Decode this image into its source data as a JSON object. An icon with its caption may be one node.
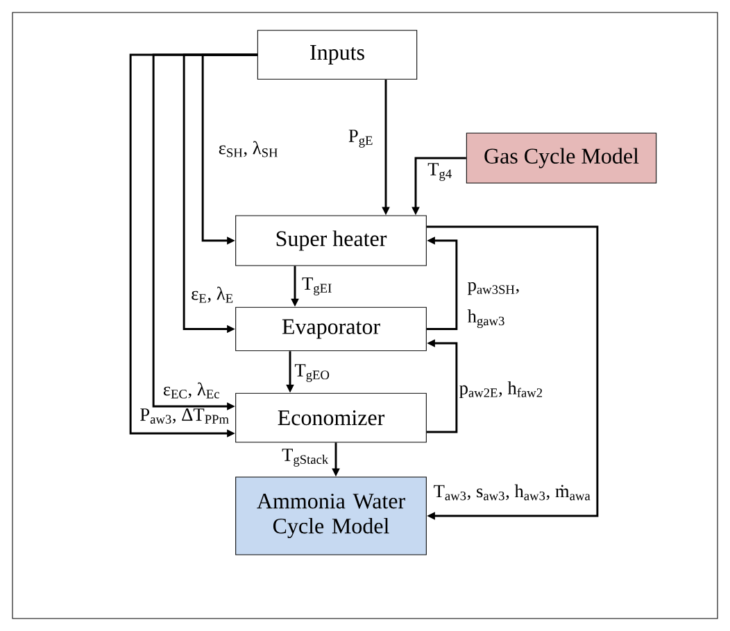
{
  "diagram": {
    "nodes": [
      {
        "text": [
          "Inputs"
        ]
      },
      {
        "text": [
          "Gas Cycle Model"
        ]
      },
      {
        "text": [
          "Super heater"
        ]
      },
      {
        "text": [
          "Evaporator"
        ]
      },
      {
        "text": [
          "Economizer"
        ]
      },
      {
        "text": [
          "Ammonia Water Cycle Model"
        ]
      }
    ],
    "edges": [
      {
        "from": 0,
        "to": 2,
        "arrow": "to",
        "label": "P$_{gE}$"
      },
      {
        "from": 1,
        "to": 2,
        "arrow": "to",
        "label": "T$_{g4}$"
      },
      {
        "from": 0,
        "to": 2,
        "arrow": "to",
        "label": "ε$_{SH}$, λ$_{SH}$"
      },
      {
        "from": 0,
        "to": 3,
        "arrow": "to",
        "label": "ε$_{E}$, λ$_{E}$"
      },
      {
        "from": 0,
        "to": 4,
        "arrow": "to",
        "label": "ε$_{EC}$, λ$_{Ec}$"
      },
      {
        "from": 0,
        "to": 4,
        "arrow": "to",
        "label": "P$_{aw3}$, ΔT$_{PPm}$"
      },
      {
        "from": 2,
        "to": 3,
        "arrow": "to",
        "label": "T$_{gEI}$"
      },
      {
        "from": 3,
        "to": 4,
        "arrow": "to",
        "label": "T$_{gEO}$"
      },
      {
        "from": 4,
        "to": 5,
        "arrow": "to",
        "label": "T$_{gStack}$"
      },
      {
        "from": 3,
        "to": 2,
        "arrow": "to",
        "label": "p$_{aw3SH}$, h$_{gaw3}$"
      },
      {
        "from": 4,
        "to": 3,
        "arrow": "to",
        "label": "p$_{aw2E}$, h$_{faw2}$"
      },
      {
        "from": 2,
        "to": 5,
        "arrow": "to",
        "label": "T$_{aw3}$, s$_{aw3}$, h$_{aw3}$, ṁ$_{awa}$"
      }
    ]
  }
}
